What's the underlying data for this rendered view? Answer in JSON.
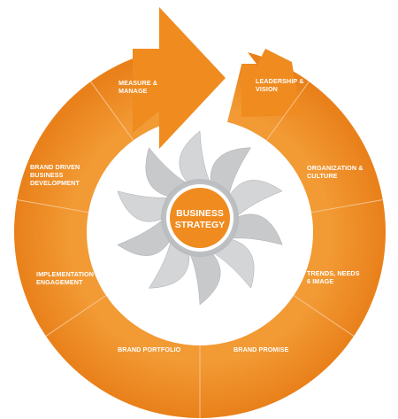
{
  "diagram": {
    "center": {
      "label_line1": "BUSINESS",
      "label_line2": "STRATEGY"
    },
    "segments": [
      {
        "id": "leadership-vision",
        "line1": "LEADERSHIP &",
        "line2": "VISION",
        "line3": ""
      },
      {
        "id": "organization-culture",
        "line1": "ORGANIZATION &",
        "line2": "CULTURE",
        "line3": ""
      },
      {
        "id": "trends-needs-image",
        "line1": "TRENDS, NEEDS",
        "line2": "6 IMAGE",
        "line3": ""
      },
      {
        "id": "brand-promise",
        "line1": "BRAND PROMISE",
        "line2": "",
        "line3": ""
      },
      {
        "id": "brand-portfolio",
        "line1": "BRAND PORTFOLIO",
        "line2": "",
        "line3": ""
      },
      {
        "id": "implementation-engagement",
        "line1": "IMPLEMENTATION &",
        "line2": "ENGAGEMENT",
        "line3": ""
      },
      {
        "id": "brand-driven-business-development",
        "line1": "BRAND DRIVEN",
        "line2": "BUSINESS",
        "line3": "DEVELOPMENT"
      },
      {
        "id": "measure-manage",
        "line1": "MEASURE &",
        "line2": "MANAGE",
        "line3": ""
      }
    ],
    "colors": {
      "ring": "#ef8b1f",
      "ring_dark": "#d9751a",
      "divider": "#f6c38c",
      "swirl": "#c7c9cb",
      "swirl_shadow": "#a8abae",
      "center": "#ef8b1f",
      "center_ring": "#ffffff",
      "text": "#ffffff"
    }
  }
}
